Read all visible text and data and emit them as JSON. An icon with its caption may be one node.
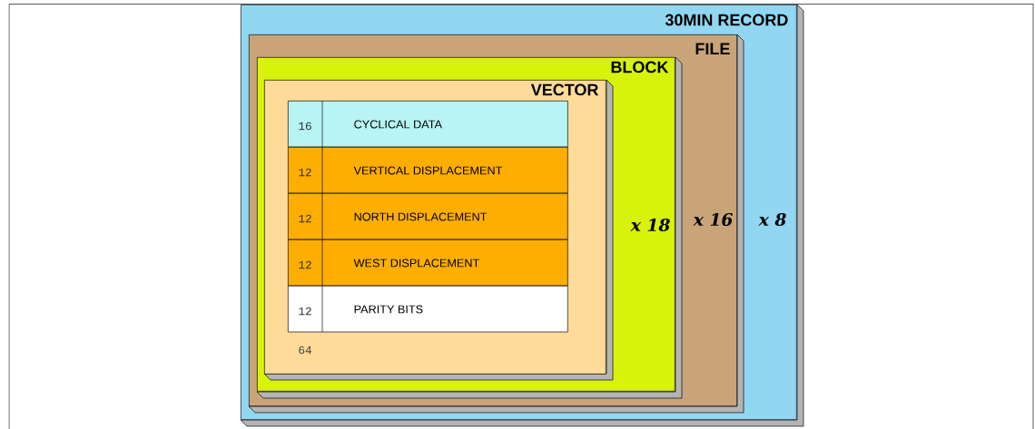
{
  "diagram": {
    "nodes": [
      {
        "text": [
          "30MIN RECORD",
          "x 8"
        ]
      },
      {
        "text": [
          "FILE",
          "x 16"
        ],
        "in": 0
      },
      {
        "text": [
          "BLOCK",
          "x 18"
        ],
        "in": 1
      },
      {
        "text": [
          "VECTOR",
          "64"
        ],
        "in": 2
      },
      {
        "text": [
          "16",
          "CYCLICAL DATA"
        ],
        "in": 3
      },
      {
        "text": [
          "12",
          "VERTICAL DISPLACEMENT"
        ],
        "in": 3
      },
      {
        "text": [
          "12",
          "NORTH DISPLACEMENT"
        ],
        "in": 3
      },
      {
        "text": [
          "12",
          "WEST DISPLACEMENT"
        ],
        "in": 3
      },
      {
        "text": [
          "12",
          "PARITY BITS"
        ],
        "in": 3
      }
    ]
  }
}
